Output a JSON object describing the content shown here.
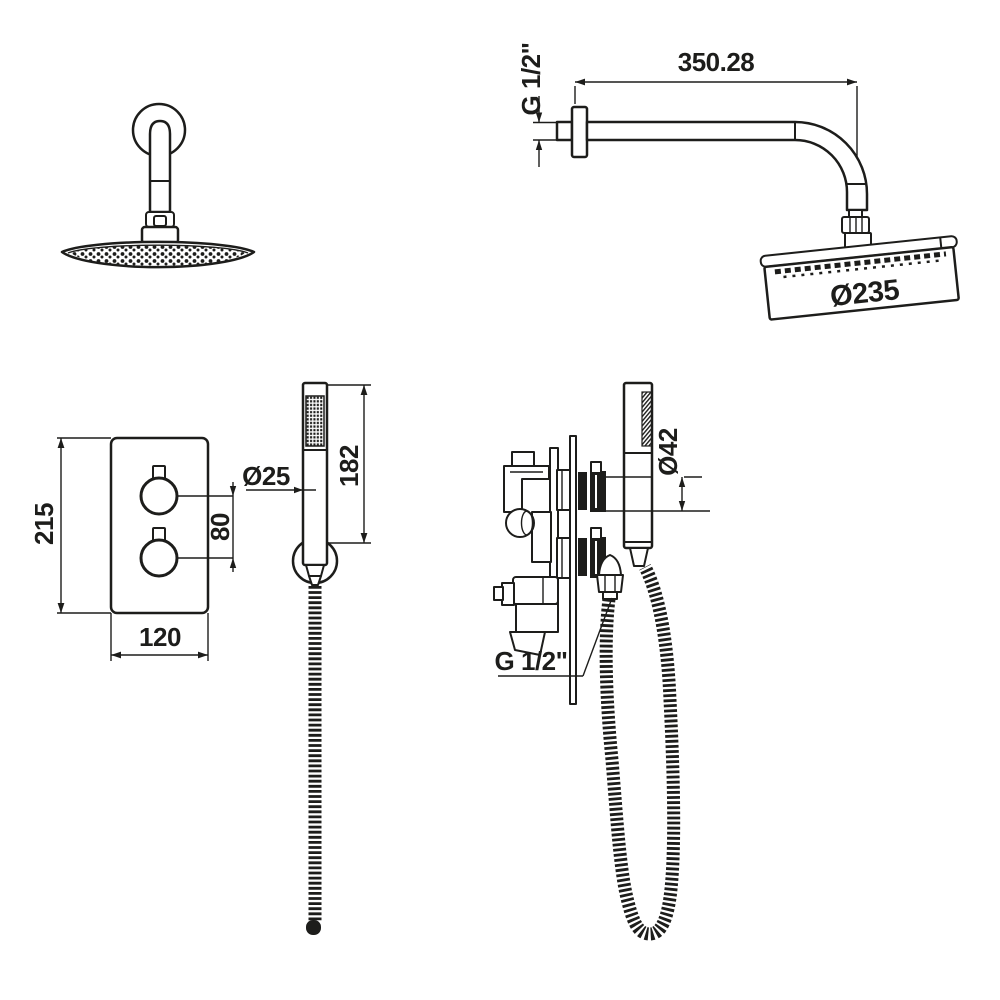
{
  "colors": {
    "ink": "#1d1d1b",
    "background": "#ffffff"
  },
  "labels": {
    "arm_view": {
      "arm_length": "350.28",
      "wall_thread": "G 1/2\"",
      "head_diameter": "Ø235"
    },
    "valve_plate": {
      "height": "215",
      "width": "120",
      "handle_spacing": "80"
    },
    "hand_shower": {
      "diameter": "Ø25",
      "length": "182"
    },
    "valve_side": {
      "handle_diameter": "Ø42",
      "hose_thread": "G 1/2\""
    }
  }
}
